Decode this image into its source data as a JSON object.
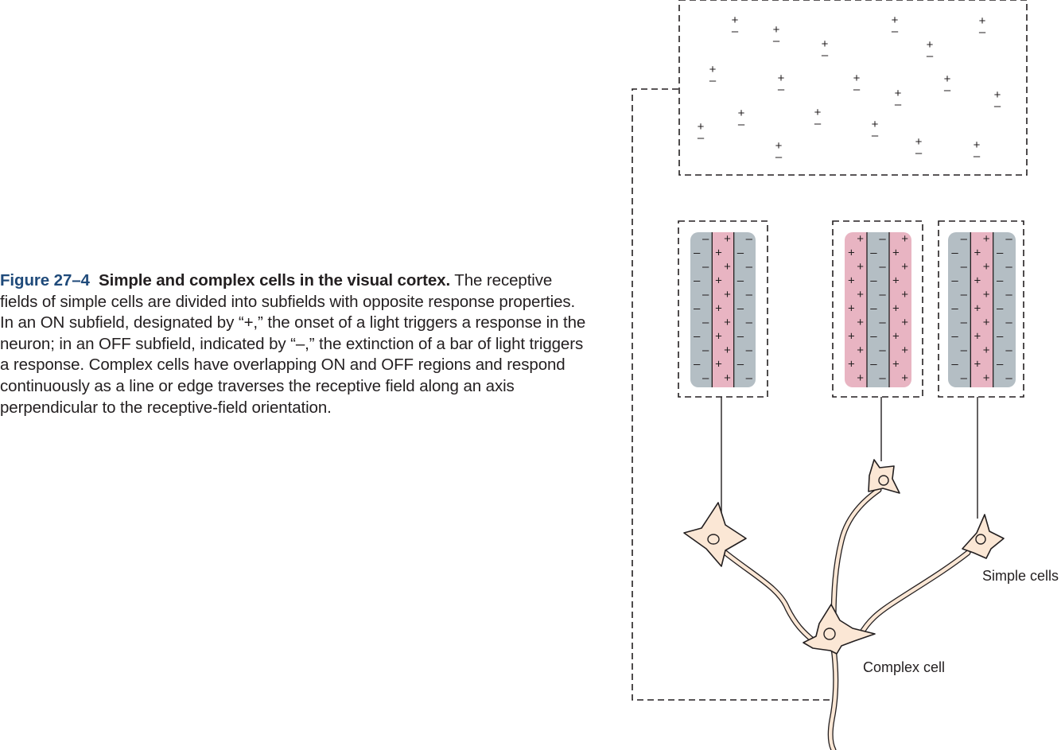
{
  "caption": {
    "figure_number": "Figure 27–4",
    "title": "Simple and complex cells in the visual cortex.",
    "body": "The receptive fields of simple cells are divided into subfields with opposite response properties. In an ON subfield, designated by “+,” the onset of a light triggers a response in the neuron; in an OFF subfield, indicated by “–,” the extinction of a bar of light triggers a response. Complex cells have overlapping ON and OFF regions and respond continuously as a line or edge traverses the receptive field along an axis perpendicular to the receptive-field orientation."
  },
  "labels": {
    "simple_cells": "Simple cells",
    "complex_cell": "Complex cell"
  },
  "symbols": {
    "on": "+",
    "off": "–"
  },
  "colors": {
    "on_subfield": "#e8b4c2",
    "off_subfield": "#b4bec4",
    "neuron_fill": "#fbe7d5",
    "figure_number": "#1f4a7a"
  },
  "simple_cell_fields": [
    {
      "subfields": [
        "off",
        "on",
        "off"
      ]
    },
    {
      "subfields": [
        "on",
        "off",
        "on"
      ]
    },
    {
      "subfields": [
        "off",
        "on",
        "off"
      ]
    }
  ]
}
